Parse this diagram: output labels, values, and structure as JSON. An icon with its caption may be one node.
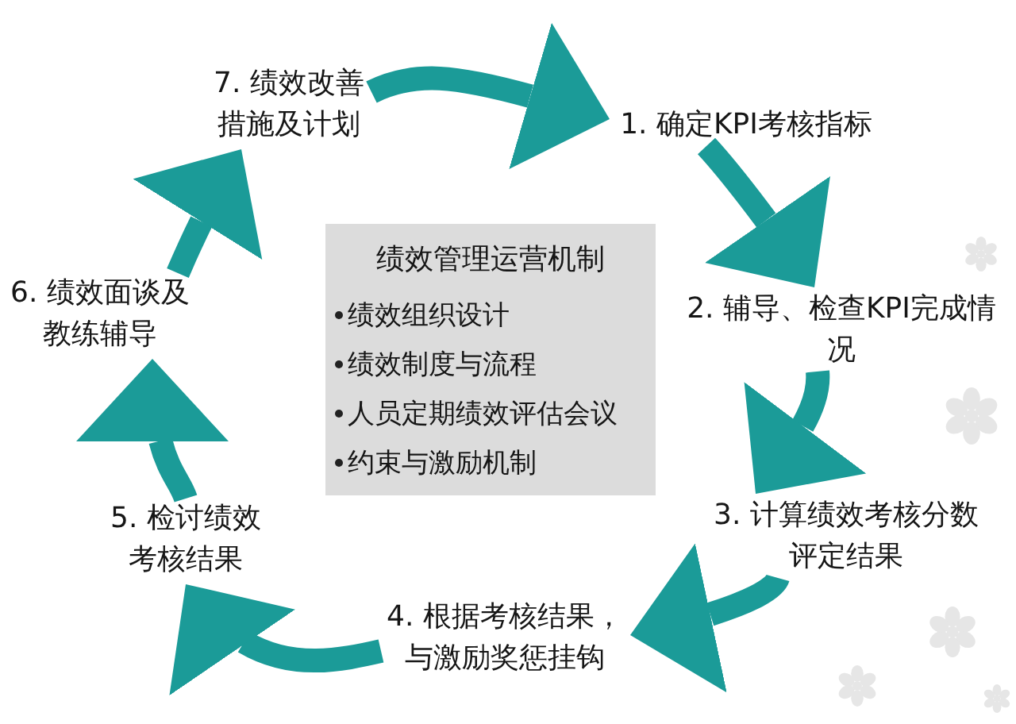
{
  "diagram": {
    "nodes": [
      {
        "text": [
          "1. 确定KPI考核指标"
        ]
      },
      {
        "text": [
          "2. 辅导、检查KPI完成情况"
        ]
      },
      {
        "text": [
          "3. 计算绩效考核分数评定结果"
        ]
      },
      {
        "text": [
          "4. 根据考核结果，与激励奖惩挂钩"
        ]
      },
      {
        "text": [
          "5. 检讨绩效考核结果"
        ]
      },
      {
        "text": [
          "6. 绩效面谈及教练辅导"
        ]
      },
      {
        "text": [
          "7. 绩效改善措施及计划"
        ]
      },
      {
        "text": [
          "绩效管理运营机制",
          "绩效组织设计",
          "绩效制度与流程",
          "人员定期绩效评估会议",
          "约束与激励机制"
        ]
      }
    ],
    "edges": [
      {
        "from": 6,
        "to": 0,
        "arrow": "to"
      },
      {
        "from": 0,
        "to": 1,
        "arrow": "to"
      },
      {
        "from": 1,
        "to": 2,
        "arrow": "to"
      },
      {
        "from": 2,
        "to": 3,
        "arrow": "to"
      },
      {
        "from": 3,
        "to": 4,
        "arrow": "to"
      },
      {
        "from": 4,
        "to": 5,
        "arrow": "to"
      },
      {
        "from": 5,
        "to": 6,
        "arrow": "to"
      }
    ]
  }
}
